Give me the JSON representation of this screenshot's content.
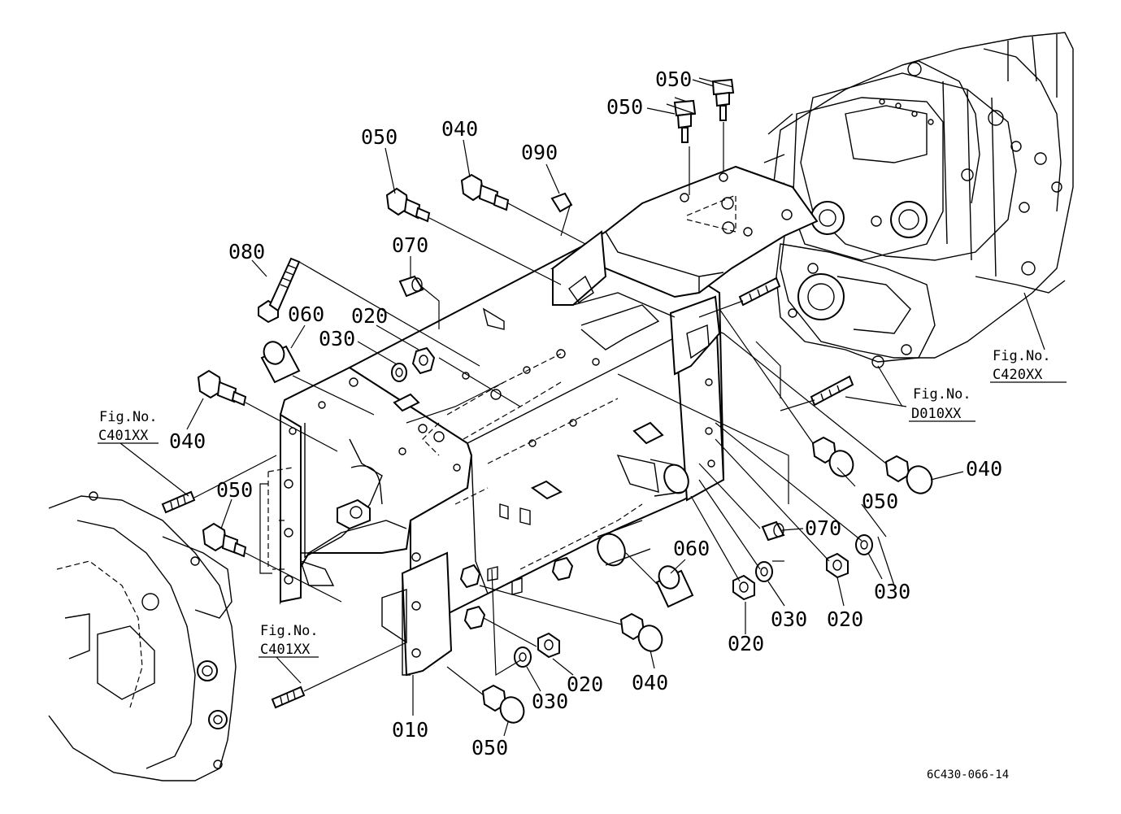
{
  "parts": {
    "p010": "010",
    "p020": "020",
    "p030": "030",
    "p040": "040",
    "p050": "050",
    "p060": "060",
    "p070": "070",
    "p080": "080",
    "p090": "090"
  },
  "figure_refs": {
    "fig_label": "Fig.No.",
    "c401": "C401XX",
    "c420": "C420XX",
    "d010": "D010XX"
  },
  "drawing_code": "6C430-066-14"
}
